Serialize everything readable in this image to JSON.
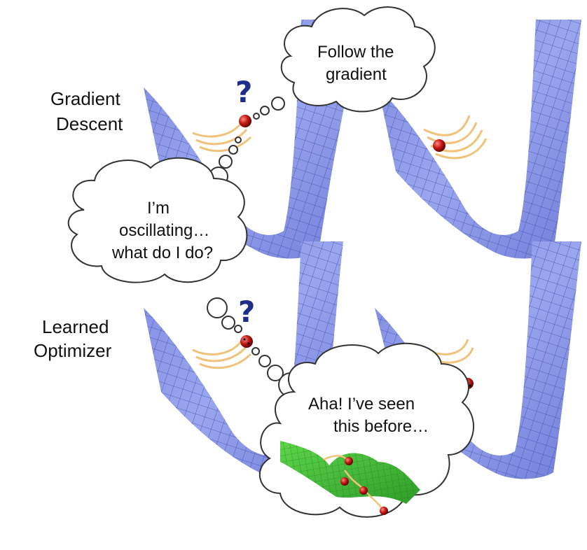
{
  "labels": {
    "row1": [
      "Gradient",
      "Descent"
    ],
    "row2": [
      "Learned",
      "Optimizer"
    ]
  },
  "bubbles": {
    "follow": [
      "Follow the",
      "gradient"
    ],
    "oscillating": [
      "I’m",
      "oscillating…",
      "what do I do?"
    ],
    "aha": [
      "Aha! I’ve seen",
      "this before…"
    ]
  },
  "question_mark": "?",
  "colors": {
    "surface_fill": "#8a97e6",
    "surface_grid": "#3e4aa8",
    "green_surface": "#3fbf3a",
    "ball": "#c41a12",
    "trail": "#f1c27a",
    "cloud_stroke": "#333333"
  }
}
